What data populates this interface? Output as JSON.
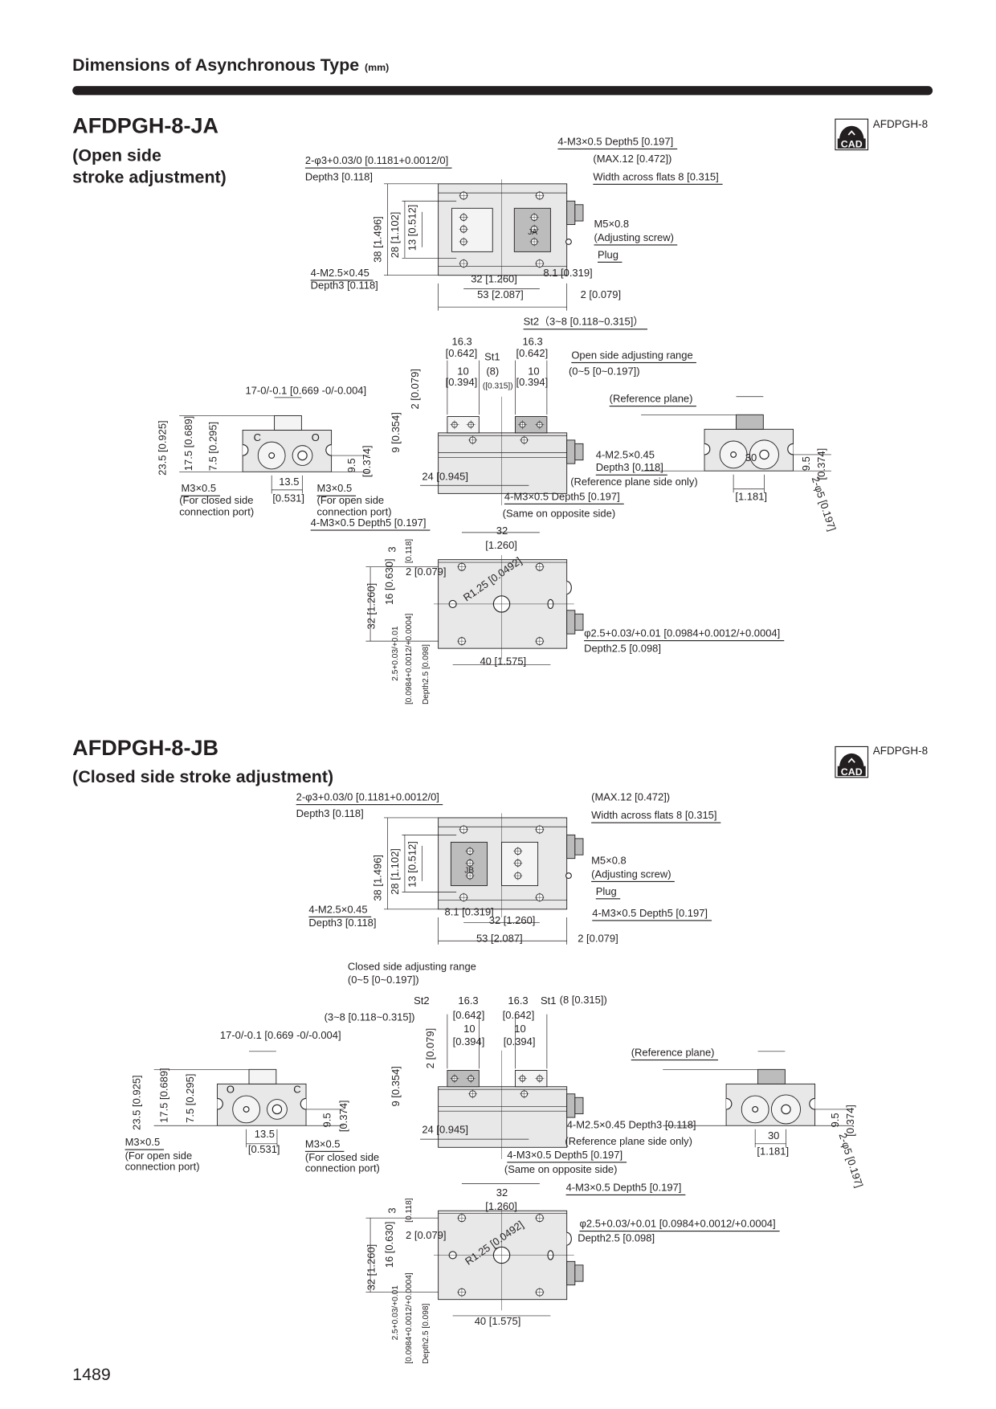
{
  "header": {
    "title": "Dimensions of Asynchronous Type",
    "unit": "(mm)"
  },
  "ja": {
    "title": "AFDPGH-8-JA",
    "subtitle": [
      "(Open side",
      "stroke adjustment)"
    ],
    "cad_icon": "cad-download-icon",
    "cad_text": "CAD",
    "cad_label": "AFDPGH-8",
    "top": {
      "m3_depth": "4-M3×0.5  Depth5 [0.197]",
      "pin_hole": "2-φ3+0.03/0 [0.1181+0.0012/0]",
      "pin_depth": "Depth3 [0.118]",
      "max12": "(MAX.12 [0.472])",
      "flats": "Width across flats 8 [0.315]",
      "m5": "M5×0.8",
      "adj": "(Adjusting screw)",
      "plug": "Plug",
      "m25": "4-M2.5×0.45",
      "m25_depth": "Depth3 [0.118]",
      "d32": "32 [1.260]",
      "d81": "8.1 [0.319]",
      "d53": "53 [2.087]",
      "d2": "2 [0.079]",
      "d38": "38 [1.496]",
      "d28": "28 [1.102]",
      "d13": "13 [0.512]",
      "mark": "JA"
    },
    "side": {
      "st2": "St2（3~8 [0.118~0.315]）",
      "l163": "16.3",
      "l642": "[0.642]",
      "st1": "St1",
      "r163": "16.3",
      "r642": "[0.642]",
      "l10": "10",
      "l394": "[0.394]",
      "p8": "(8)",
      "p315": "([0.315])",
      "r10": "10",
      "r394": "[0.394]",
      "range": "Open side adjusting range",
      "range_val": "(0~5 [0~0.197])",
      "d2": "2 [0.079]",
      "d9": "9 [0.354]",
      "m25": "4-M2.5×0.45",
      "m25_depth": "Depth3 [0.118]",
      "ref_only": "(Reference plane side only)",
      "d24": "24 [0.945]",
      "m3": "4-M3×0.5  Depth5 [0.197]",
      "same": "(Same on opposite side)",
      "ref_plane": "(Reference plane)"
    },
    "end_left": {
      "d17": "17-0/-0.1 [0.669 -0/-0.004]",
      "d235": "23.5 [0.925]",
      "d175": "17.5 [0.689]",
      "d75": "7.5 [0.295]",
      "d95": "9.5",
      "d374": "[0.374]",
      "d135": "13.5",
      "d531": "[0.531]",
      "m3a": "M3×0.5",
      "m3a_1": "(For closed side",
      "m3a_2": "connection port)",
      "m3b": "M3×0.5",
      "m3b_1": "(For open side",
      "m3b_2": "connection port)",
      "c": "C",
      "o": "O"
    },
    "end_right": {
      "d30": "30",
      "d1181": "[1.181]",
      "d95": "9.5",
      "d374": "[0.374]",
      "phi5": "2-φ5 [0.197]"
    },
    "bottom": {
      "m3": "4-M3×0.5  Depth5 [0.197]",
      "d32": "32",
      "d1260": "[1.260]",
      "d3": "3",
      "d118": "[0.118]",
      "d2": "2 [0.079]",
      "r125": "R1.25 [0.0492]",
      "d16": "16 [0.630]",
      "d32v": "32 [1.260]",
      "phi25": "φ2.5+0.03/+0.01 [0.0984+0.0012/+0.0004]",
      "phi25_depth": "Depth2.5 [0.098]",
      "d40": "40 [1.575]",
      "tol1": "2.5+0.03/+0.01",
      "tol2": "[0.0984+0.0012/+0.0004]",
      "tol3": "Depth2.5 [0.098]"
    }
  },
  "jb": {
    "title": "AFDPGH-8-JB",
    "subtitle": [
      "(Closed side stroke adjustment)"
    ],
    "cad_icon": "cad-download-icon",
    "cad_text": "CAD",
    "cad_label": "AFDPGH-8",
    "top": {
      "pin_hole": "2-φ3+0.03/0 [0.1181+0.0012/0]",
      "pin_depth": "Depth3 [0.118]",
      "max12": "(MAX.12 [0.472])",
      "flats": "Width across flats 8 [0.315]",
      "m5": "M5×0.8",
      "adj": "(Adjusting screw)",
      "plug": "Plug",
      "m25": "4-M2.5×0.45",
      "m25_depth": "Depth3 [0.118]",
      "m3_depth": "4-M3×0.5  Depth5 [0.197]",
      "d81": "8.1 [0.319]",
      "d32": "32 [1.260]",
      "d53": "53 [2.087]",
      "d2": "2 [0.079]",
      "d38": "38 [1.496]",
      "d28": "28 [1.102]",
      "d13": "13 [0.512]",
      "mark": "JB"
    },
    "side": {
      "range": "Closed side adjusting range",
      "range_val": "(0~5 [0~0.197])",
      "st2": "St2",
      "st2_val": "(3~8 [0.118~0.315])",
      "l163": "16.3",
      "l642": "[0.642]",
      "r163": "16.3",
      "r642": "[0.642]",
      "st1": "St1",
      "st1_val": "(8 [0.315])",
      "l10": "10",
      "l394": "[0.394]",
      "r10": "10",
      "r394": "[0.394]",
      "d2": "2 [0.079]",
      "d9": "9 [0.354]",
      "ref_plane": "(Reference plane)",
      "m25": "4-M2.5×0.45  Depth3 [0.118]",
      "ref_only": "(Reference plane side only)",
      "d24": "24 [0.945]",
      "m3": "4-M3×0.5  Depth5 [0.197]",
      "same": "(Same on opposite side)"
    },
    "end_left": {
      "d17": "17-0/-0.1 [0.669 -0/-0.004]",
      "d235": "23.5 [0.925]",
      "d175": "17.5 [0.689]",
      "d75": "7.5 [0.295]",
      "d95": "9.5",
      "d374": "[0.374]",
      "d135": "13.5",
      "d531": "[0.531]",
      "m3a": "M3×0.5",
      "m3a_1": "(For open side",
      "m3a_2": "connection port)",
      "m3b": "M3×0.5",
      "m3b_1": "(For closed side",
      "m3b_2": "connection port)",
      "c": "C",
      "o": "O"
    },
    "end_right": {
      "d30": "30",
      "d1181": "[1.181]",
      "d95": "9.5",
      "d374": "[0.374]",
      "phi5": "2-φ5 [0.197]"
    },
    "bottom": {
      "m3": "4-M3×0.5  Depth5 [0.197]",
      "d32": "32",
      "d1260": "[1.260]",
      "d3": "3",
      "d118": "[0.118]",
      "d2": "2 [0.079]",
      "r125": "R1.25 [0.0492]",
      "d16": "16 [0.630]",
      "d32v": "32 [1.260]",
      "phi25": "φ2.5+0.03/+0.01 [0.0984+0.0012/+0.0004]",
      "phi25_depth": "Depth2.5 [0.098]",
      "d40": "40 [1.575]",
      "tol1": "2.5+0.03/+0.01",
      "tol2": "[0.0984+0.0012/+0.0004]",
      "tol3": "Depth2.5 [0.098]"
    }
  },
  "page_number": "1489"
}
